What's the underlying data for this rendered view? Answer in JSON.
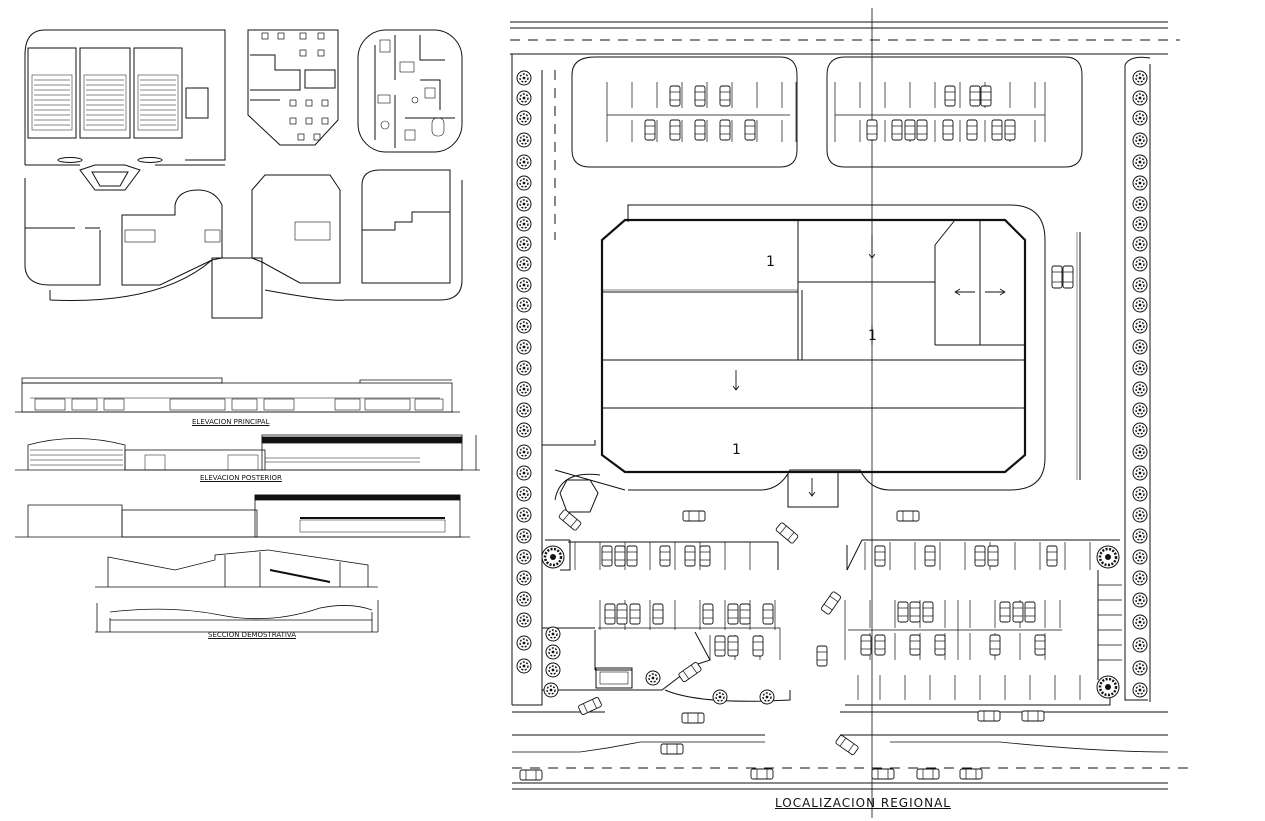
{
  "drawing": {
    "captions": {
      "site_plan": "LOCALIZACION REGIONAL",
      "elevation_front": "ELEVACION PRINCIPAL",
      "elevation_rear": "ELEVACION POSTERIOR",
      "section": "SECCION DEMOSTRATIVA"
    },
    "block_numbers": {
      "b1": "1",
      "b2": "1",
      "b3": "1"
    },
    "colors": {
      "line": "#111111",
      "background": "#ffffff"
    },
    "icons": [
      "tree-icon",
      "car-icon",
      "arrow-icon"
    ]
  }
}
